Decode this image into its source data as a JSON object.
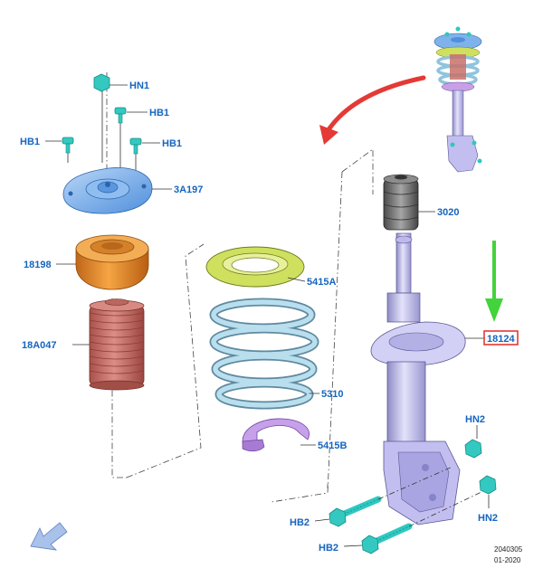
{
  "labels": {
    "hn1": "HN1",
    "hb1_right_upper": "HB1",
    "hb1_left": "HB1",
    "hb1_right_lower": "HB1",
    "part_3a197": "3A197",
    "part_18198": "18198",
    "part_18a047": "18A047",
    "part_5415a": "5415A",
    "part_5310": "5310",
    "part_5415b": "5415B",
    "part_3020": "3020",
    "part_18124": "18124",
    "hn2_upper": "HN2",
    "hn2_lower": "HN2",
    "hb2_upper": "HB2",
    "hb2_lower": "HB2"
  },
  "footer": {
    "drawing_number": "2040305",
    "date": "01-2020"
  },
  "colors": {
    "label_blue": "#1565c0",
    "mount_blue": "#7fb2ea",
    "bearing_orange": "#e98e2a",
    "boot_red": "#c8716a",
    "spring_blue": "#a9d3e6",
    "isolator_green": "#cddc62",
    "isolator_purple": "#c9a0e6",
    "bumper_gray": "#7a7a7a",
    "strut_lavender": "#c9c6ee",
    "fastener_teal": "#2fc8c0",
    "highlight_red": "#e53935",
    "arrow_green": "#43d33a",
    "arrow_red": "#e53935",
    "nav_arrow": "#9bb6e0"
  },
  "icons": {
    "highlight_arrow": "green-down-arrow-icon",
    "reference_arrow": "red-curved-arrow-icon",
    "orientation_arrow": "front-direction-arrow-icon"
  }
}
